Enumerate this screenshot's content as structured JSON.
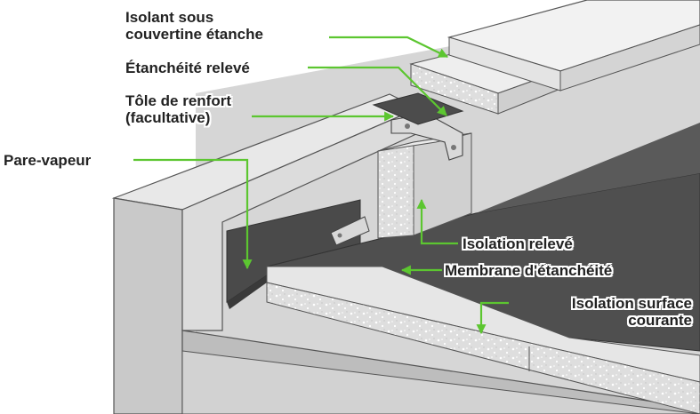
{
  "labels": {
    "isolant_sous_couvertine": [
      "Isolant sous",
      "couvertine étanche"
    ],
    "etancheite_releve": "Étanchéité relevé",
    "tole_de_renfort": [
      "Tôle de renfort",
      "(facultative)"
    ],
    "pare_vapeur": "Pare-vapeur",
    "isolation_releve": "Isolation relevé",
    "membrane_etancheite": "Membrane d'étanchéité",
    "isolation_surface_courante": [
      "Isolation surface",
      "courante"
    ]
  },
  "colors": {
    "arrow": "#5cc630",
    "text": "#222222",
    "concrete_light": "#e3e3e3",
    "concrete_mid": "#cfcfcf",
    "concrete_dark": "#b5b5b5",
    "membrane": "#4a4a4a",
    "insulation": "#dcdcdc"
  }
}
